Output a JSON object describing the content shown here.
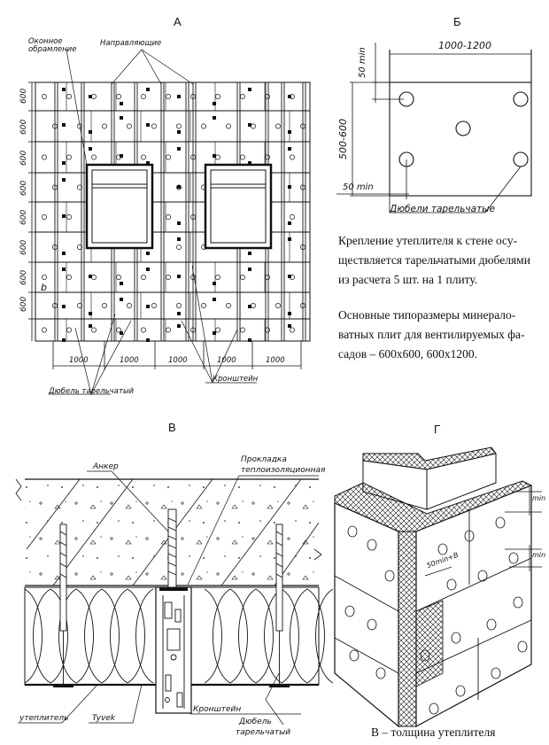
{
  "sections": {
    "a": "А",
    "b": "Б",
    "v": "В",
    "g": "Г"
  },
  "panel_a": {
    "label_okonnoe": "Оконное обрамление",
    "label_napravl": "Направляющие",
    "label_dubel": "Дюбель тарельчатый",
    "label_kronsht": "Кронштейн",
    "row_dim": "600",
    "col_dim": "1000",
    "small_b": "b"
  },
  "panel_b": {
    "dim_top": "1000-1200",
    "dim_50_top": "50 min",
    "dim_side": "500-600",
    "dim_50_bottom": "50 min",
    "label_dubeli": "Дюбели тарельчатые"
  },
  "text": {
    "para1_l1": "Крепление утеплителя к стене осу-",
    "para1_l2": "ществляется тарельчатыми дюбелями",
    "para1_l3": "из расчета 5 шт. на 1 плиту.",
    "para2_l1": "Основные типоразмеры минерало-",
    "para2_l2": "ватных плит для вентилируемых фа-",
    "para2_l3": "садов – 600x600, 600x1200."
  },
  "panel_v": {
    "anker": "Анкер",
    "prokladka_l1": "Прокладка",
    "prokladka_l2": "теплоизоляционная",
    "uteplitel": "утеплитель",
    "tyvek": "Tyvek",
    "kronshtein": "Кронштейн",
    "dubel_l1": "Дюбель",
    "dubel_l2": "тарельчатый"
  },
  "panel_g": {
    "min_top": "min",
    "min_bottom": "min",
    "dim": "50min+B",
    "caption": "В – толщина утеплителя"
  }
}
